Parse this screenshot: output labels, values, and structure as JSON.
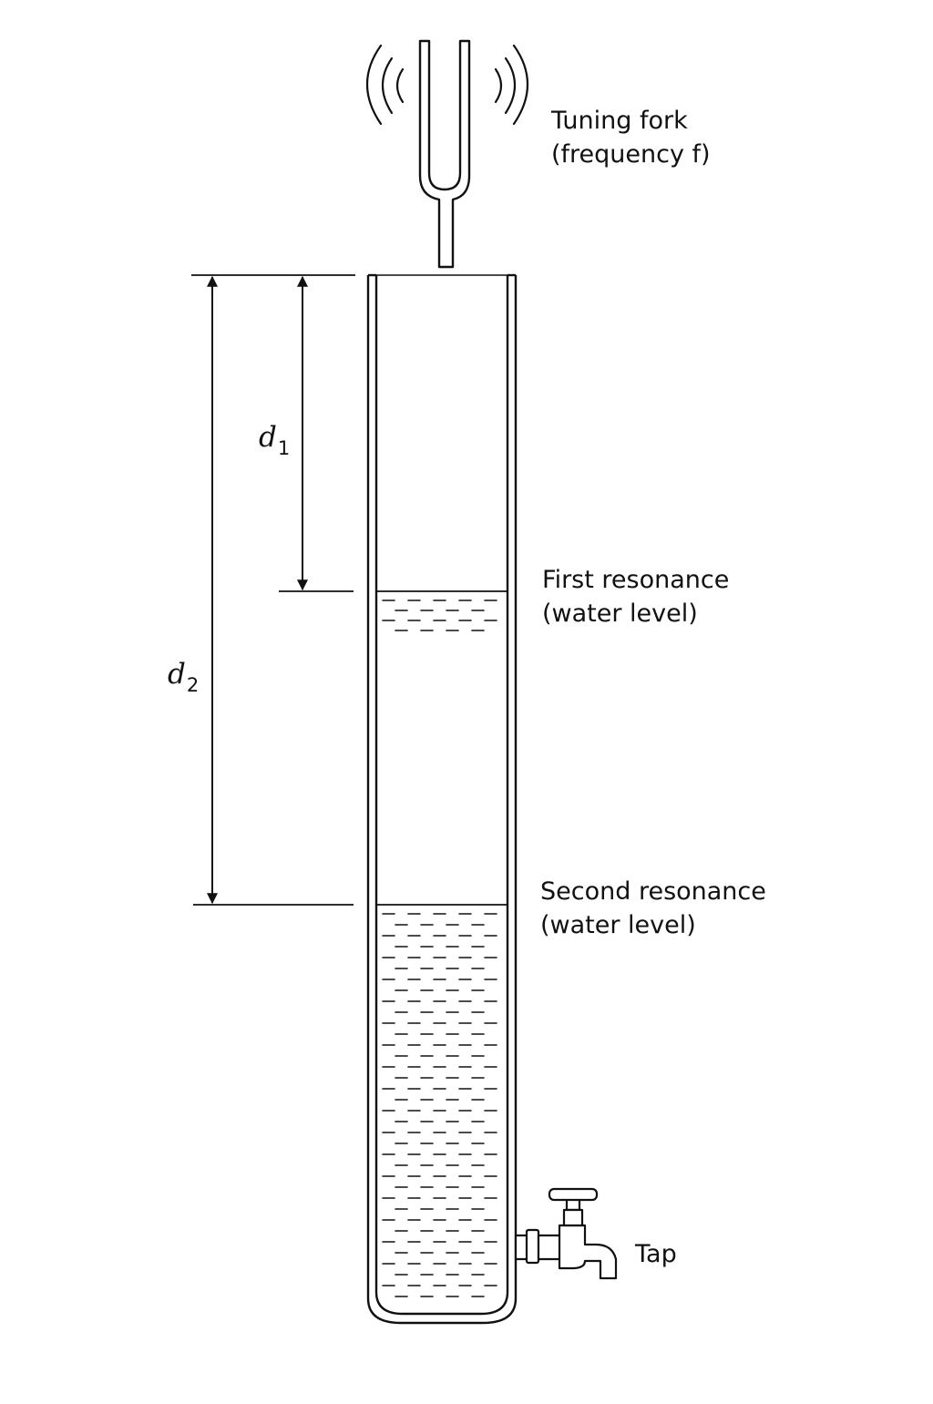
{
  "labels": {
    "fork_line1": "Tuning fork",
    "fork_line2": "(frequency f)",
    "first_line1": "First resonance",
    "first_line2": "(water level)",
    "second_line1": "Second resonance",
    "second_line2": "(water level)",
    "tap": "Tap"
  },
  "dimensions": {
    "d1_symbol": "d",
    "d1_subscript": "1",
    "d2_symbol": "d",
    "d2_subscript": "2"
  },
  "colors": {
    "ink": "#111111",
    "background": "#ffffff"
  }
}
